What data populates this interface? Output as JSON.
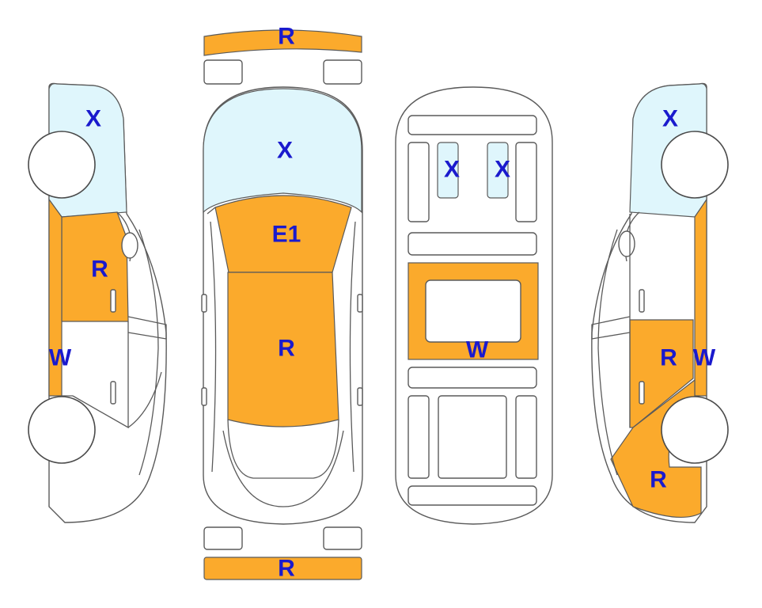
{
  "colors": {
    "damage": "#FBAA2C",
    "glass": "#DFF6FC",
    "label": "#1A1ACD",
    "outline": "#5A5A5A"
  },
  "labels": {
    "front_bumper": "R",
    "windshield": "X",
    "hood": "E1",
    "roof": "R",
    "rear_bumper": "R",
    "sunroof_left": "X",
    "sunroof_right": "X",
    "floor": "W",
    "left_glass": "X",
    "left_front_door": "R",
    "left_rocker": "W",
    "right_glass": "X",
    "right_rear_door": "R",
    "right_rocker": "W",
    "right_quarter": "R"
  }
}
